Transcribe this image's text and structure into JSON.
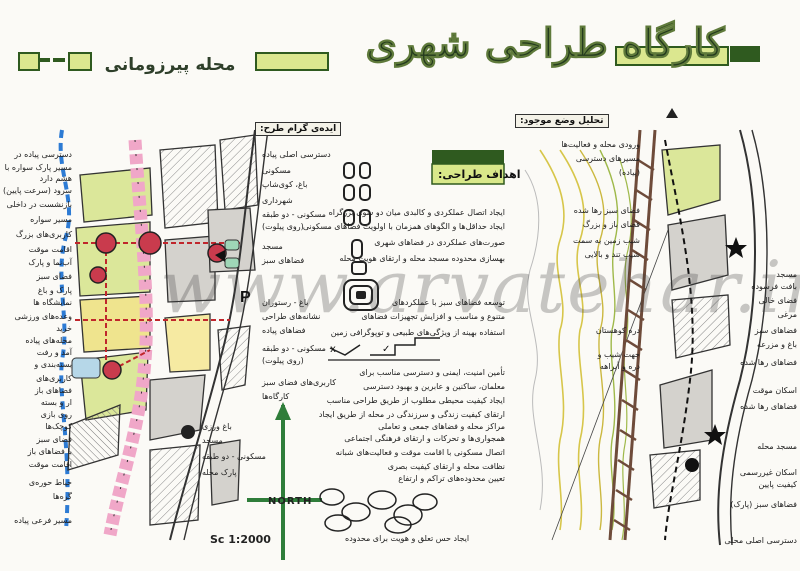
{
  "header": {
    "title": "کارگاه طراحی شهری",
    "subtitle": "محله پیرزومانی"
  },
  "watermark": "www.arvatehar.ir",
  "left_panel": {
    "heading": "ایده‌ی گرام طرح:",
    "scale": "Sc 1:2000",
    "north_label": "NORTH",
    "labels_left": [
      "دسترسی پیاده در",
      "مسیر پارک سواره با",
      "هشم دارد",
      "سرود (سرعت پایین)",
      "بازنشست در داخلی",
      "مسیر سواره",
      "کاربری‌های بزرگ",
      "اقامت موقت",
      "آب‌نما و پارک",
      "فضای سبز",
      "پارک و باغ",
      "نمایشگاه ها",
      "وعده‌های ورزشی",
      "خرید",
      "محله‌های پیاده",
      "آمد و رفت",
      "بسته‌بندی و",
      "کاربری‌های",
      "فضاهای باز",
      "ار و بسته",
      "روی بازی",
      "کوچک‌ها",
      "فضای سبز",
      "با فضاهای باز",
      "اقامت موقت",
      "حیاط حوره‌ی",
      "گره‌ها",
      "مسیر فرعی پیاده"
    ],
    "labels_right": [
      "دسترسی اصلی پیاده",
      "مسکونی",
      "باغ، کوی‌شاپ",
      "شهرداری",
      "مسکونی - دو طبقه",
      "(روی پیلوت)",
      "مسجد",
      "فضاهای سبز",
      "باغ - رستوران",
      "نشانه‌های طراحی",
      "فضاهای پیاده",
      "مسکونی - دو طبقه",
      "(روی پیلوت)",
      "کاربری‌های فضای سبز",
      "کارگاه‌ها",
      "باغ ورزی",
      "مسجد",
      "مسکونی - دو طبقه",
      "پارک محله"
    ]
  },
  "center_panel": {
    "goals_heading": "اهداف طراحی:",
    "goals": [
      "ایجاد اتصال عملکردی و کالبدی میان دو سوی بزرگراه",
      "ایجاد حداقل‌ها و الگوهای همزمان با اولویت فضاهای مسکونی",
      "صورت‌های عملکردی در فضاهای شهری",
      "بهسازی محدوده مسجد محله و ارتقای هویت محله",
      "توسعه فضاهای سبز با عملکردهای",
      "متنوع و مناسب و افزایش تجهیزات فضاهای",
      "استفاده بهینه از ویژگی‌های طبیعی و توپوگرافی زمین",
      "تأمین امنیت، ایمنی و دسترسی مناسب برای",
      "معلمان، ساکنین و عابرین و بهبود دسترسی",
      "ایجاد کیفیت محیطی مطلوب از طریق طراحی مناسب",
      "ارتقای کیفیت زندگی و سرزندگی در محله از طریق ایجاد",
      "مراکز محله و فضاهای جمعی و تعاملی",
      "همجواری‌ها و تحرکات و ارتقای فرهنگی اجتماعی",
      "اتصال مسکونی با اقامت موقت و فعالیت‌های شبانه",
      "نظافت محله و ارتقای کیفیت بصری",
      "تعیین محدوده‌های تراکم و ارتفاع"
    ],
    "footer_note": "ایجاد حس تعلق و هویت برای محدوده"
  },
  "right_panel": {
    "heading": "تحلیل وضع موجود:",
    "labels_left": [
      "ورودی محله و فعالیت‌ها",
      "مسیرهای دسترسی",
      "(پیاده)",
      "فضای سبز رها شده",
      "فضای باز و بزرگ",
      "شیب زمین به سمت",
      "شیب تند و بالایی",
      "دره کوهستان",
      "جهت شیب و",
      "دره و آبراهه"
    ],
    "labels_right": [
      "مسجد",
      "بافت فرسوده",
      "فضای خالی",
      "مرغی",
      "فضاهای سبز",
      "باغ و مزرعه",
      "فضاهای رها شده",
      "اسکان موقت",
      "فضاهای رها شده",
      "مسجد محله",
      "اسکان غیررسمی",
      "کیفیت پایین",
      "فضاهای سبز (پارک)",
      "دسترسی اصلی محلی"
    ]
  },
  "colors": {
    "band_dark": "#2f5a1f",
    "band_light": "#d9e88a",
    "greenery": "#dbe79a",
    "pink": "#f0a7c8",
    "road_dark": "#6e4b3a",
    "block_grey": "#d4d2cd"
  }
}
